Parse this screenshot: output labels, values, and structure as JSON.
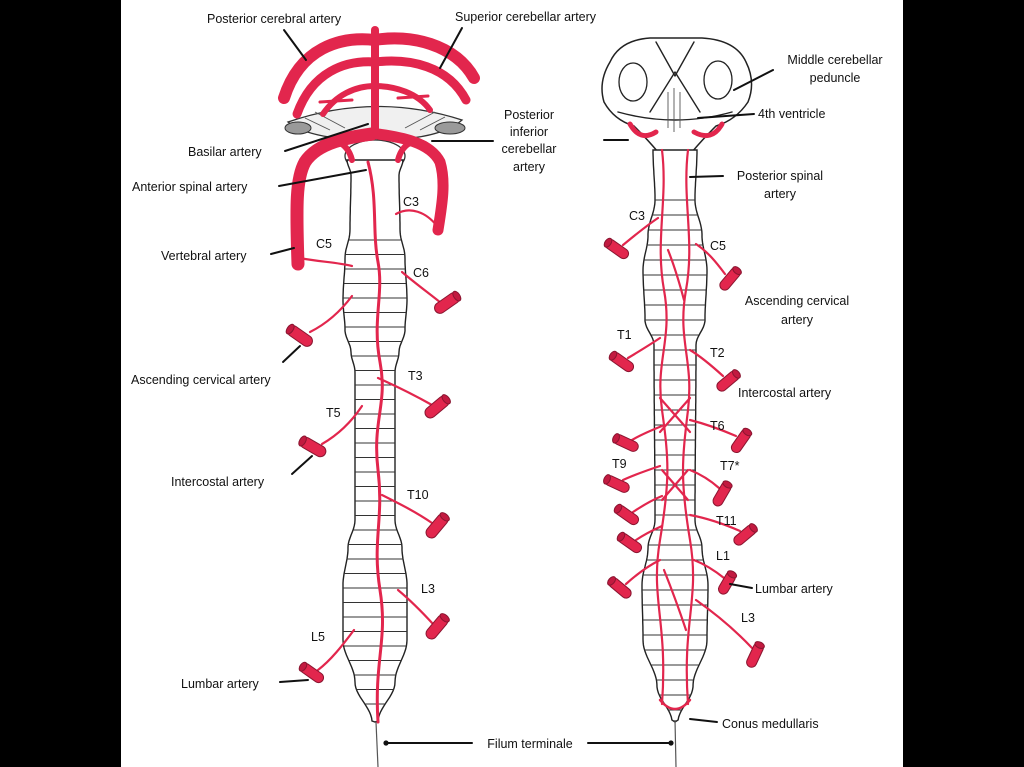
{
  "colors": {
    "artery": "#e2264d",
    "artery_dark": "#8a1530",
    "ink": "#111111",
    "panel": "#ffffff",
    "background": "#000000"
  },
  "left_figure": {
    "labels": {
      "posterior_cerebral_artery": "Posterior cerebral artery",
      "superior_cerebellar_artery": "Superior cerebellar artery",
      "posterior_inferior_cerebellar_artery": [
        "Posterior",
        "inferior",
        "cerebellar",
        "artery"
      ],
      "basilar_artery": "Basilar artery",
      "anterior_spinal_artery": "Anterior spinal artery",
      "vertebral_artery": "Vertebral artery",
      "ascending_cervical_artery": "Ascending cervical artery",
      "intercostal_artery": "Intercostal artery",
      "lumbar_artery": "Lumbar artery"
    },
    "levels": {
      "c3": "C3",
      "c5": "C5",
      "c6": "C6",
      "t3": "T3",
      "t5": "T5",
      "t10": "T10",
      "l3": "L3",
      "l5": "L5"
    }
  },
  "right_figure": {
    "labels": {
      "middle_cerebellar_peduncle": [
        "Middle cerebellar",
        "peduncle"
      ],
      "fourth_ventricle": "4th ventricle",
      "posterior_spinal_artery": [
        "Posterior spinal",
        "artery"
      ],
      "ascending_cervical_artery": [
        "Ascending cervical",
        "artery"
      ],
      "intercostal_artery": "Intercostal artery",
      "lumbar_artery": "Lumbar artery",
      "conus_medullaris": "Conus medullaris"
    },
    "levels": {
      "c3": "C3",
      "c5": "C5",
      "t1": "T1",
      "t2": "T2",
      "t6": "T6",
      "t9": "T9",
      "t7": "T7*",
      "t11": "T11",
      "l1": "L1",
      "l3": "L3"
    }
  },
  "shared": {
    "filum_terminale": "Filum terminale"
  }
}
